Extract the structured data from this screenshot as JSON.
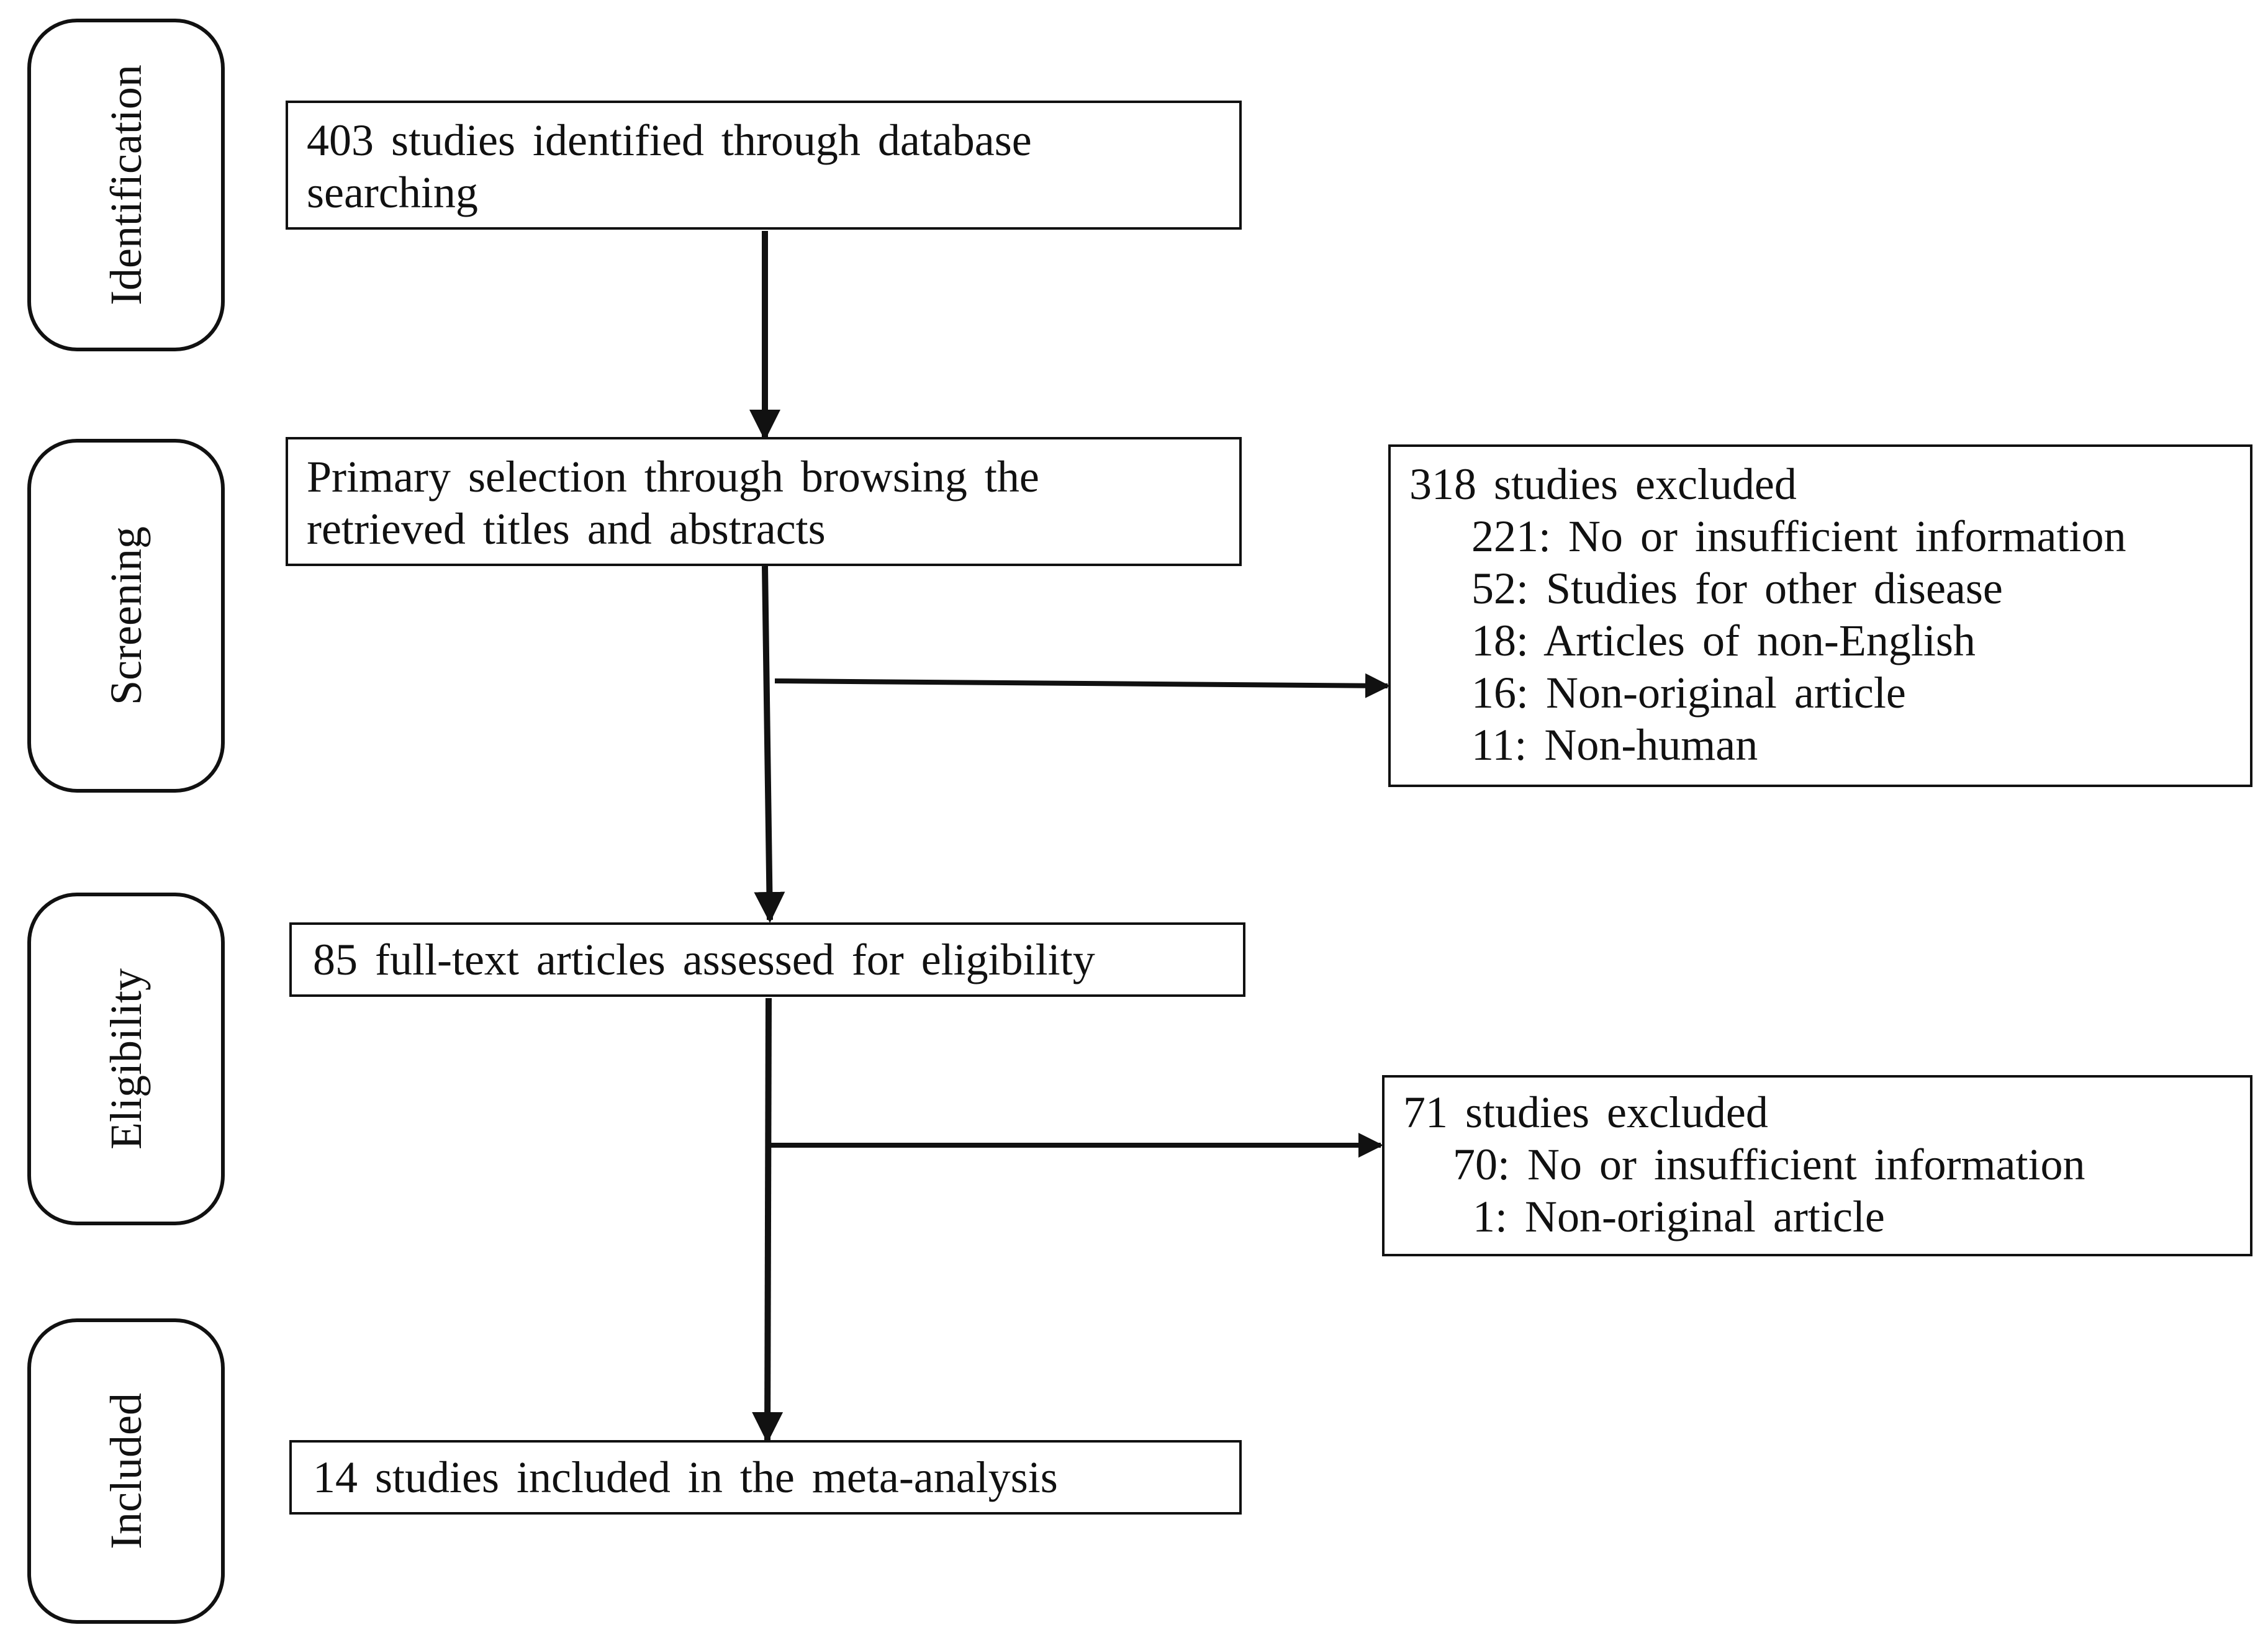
{
  "stages": [
    {
      "id": "identification",
      "label": "Identification"
    },
    {
      "id": "screening",
      "label": "Screening"
    },
    {
      "id": "eligibility",
      "label": "Eligibility"
    },
    {
      "id": "included",
      "label": "Included"
    }
  ],
  "boxes": {
    "identified": {
      "lines": [
        "403 studies identified through database",
        "searching"
      ]
    },
    "screened": {
      "lines": [
        "Primary selection through browsing the",
        "retrieved titles and abstracts"
      ]
    },
    "eligibility": {
      "lines": [
        "85  full-text articles assessed for eligibility"
      ]
    },
    "included": {
      "lines": [
        "14 studies included in the meta-analysis"
      ]
    }
  },
  "exclusions": {
    "screening": {
      "title": "318 studies excluded",
      "items": [
        "221: No or insufficient information",
        "52: Studies for other disease",
        "18: Articles of non-English",
        "16: Non-original article",
        "11: Non-human"
      ]
    },
    "eligibility": {
      "title": "71 studies excluded",
      "items": [
        "70: No or insufficient information",
        "1: Non-original article"
      ]
    }
  },
  "colors": {
    "stroke": "#111111",
    "background": "#ffffff"
  }
}
